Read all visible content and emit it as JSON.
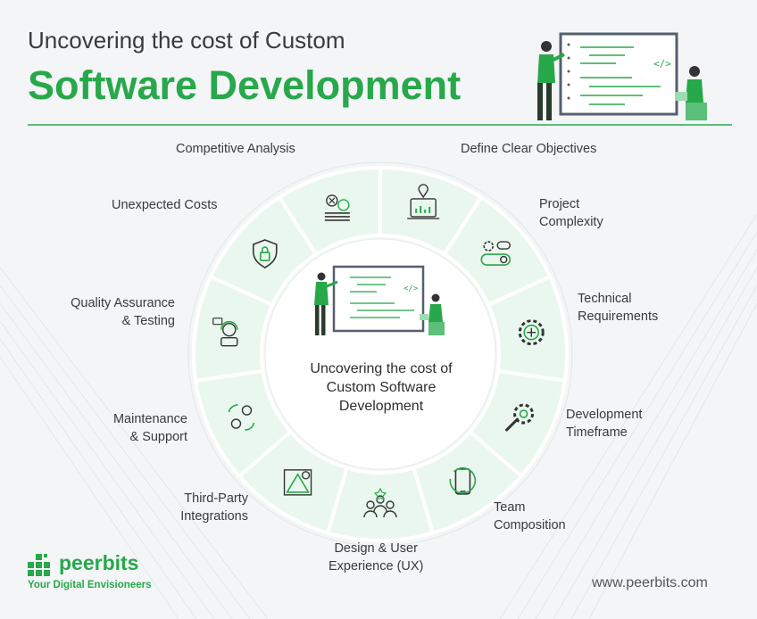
{
  "title": {
    "line1": "Uncovering the cost of Custom",
    "line2": "Software Development"
  },
  "center": {
    "lines": [
      "Uncovering the cost of",
      "Custom Software",
      "Development"
    ]
  },
  "factors": [
    {
      "icon": "location-chart-icon",
      "lines": [
        "Competitive Analysis"
      ]
    },
    {
      "icon": "gear-user-toggle-icon",
      "lines": [
        "Define Clear Objectives"
      ]
    },
    {
      "icon": "complex-gear-icon",
      "lines": [
        "Project",
        "Complexity"
      ]
    },
    {
      "icon": "wrench-gear-icon",
      "lines": [
        "Technical",
        "Requirements"
      ]
    },
    {
      "icon": "phone-clock-icon",
      "lines": [
        "Development",
        "Timeframe"
      ]
    },
    {
      "icon": "team-icon",
      "lines": [
        "Team",
        "Composition"
      ]
    },
    {
      "icon": "design-tools-icon",
      "lines": [
        "Design & User",
        "Experience (UX)"
      ]
    },
    {
      "icon": "user-sync-icon",
      "lines": [
        "Third-Party",
        "Integrations"
      ]
    },
    {
      "icon": "support-agent-icon",
      "lines": [
        "Maintenance",
        "& Support"
      ]
    },
    {
      "icon": "shield-lock-icon",
      "lines": [
        "Quality Assurance",
        "& Testing"
      ]
    },
    {
      "icon": "money-stack-icon",
      "lines": [
        "Unexpected Costs"
      ]
    }
  ],
  "brand": {
    "logo_text": "peerbits",
    "tagline": "Your Digital Envisioneers",
    "website": "www.peerbits.com"
  },
  "colors": {
    "accent": "#27a84a",
    "ring_segment": "#eaf7ee",
    "ring_border": "#ffffff",
    "background": "#f3f5f7"
  }
}
